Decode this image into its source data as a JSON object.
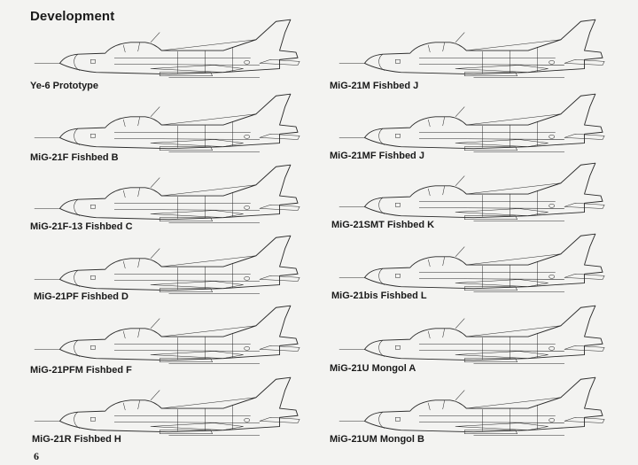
{
  "heading": "Development",
  "page_number": "6",
  "left_column": [
    {
      "caption": "Ye-6 Prototype"
    },
    {
      "caption": "MiG-21F Fishbed B"
    },
    {
      "caption": "MiG-21F-13 Fishbed C"
    },
    {
      "caption": "MiG-21PF Fishbed D"
    },
    {
      "caption": "MiG-21PFM Fishbed F"
    },
    {
      "caption": "MiG-21R Fishbed H"
    }
  ],
  "right_column": [
    {
      "caption": "MiG-21M Fishbed J"
    },
    {
      "caption": "MiG-21MF Fishbed J"
    },
    {
      "caption": "MiG-21SMT Fishbed K"
    },
    {
      "caption": "MiG-21bis Fishbed L"
    },
    {
      "caption": "MiG-21U Mongol A"
    },
    {
      "caption": "MiG-21UM Mongol B"
    }
  ]
}
